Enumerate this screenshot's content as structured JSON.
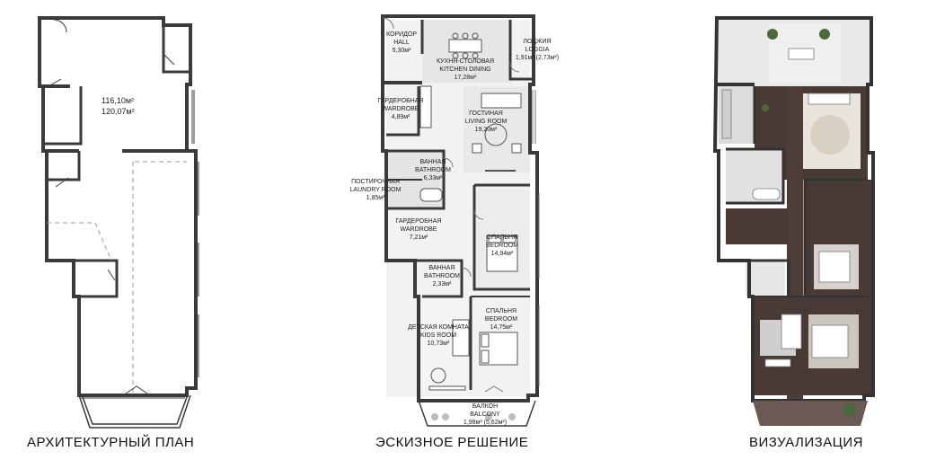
{
  "captions": {
    "arch": "АРХИТЕКТУРНЫЙ ПЛАН",
    "sketch": "ЭСКИЗНОЕ РЕШЕНИЕ",
    "viz": "ВИЗУАЛИЗАЦИЯ"
  },
  "arch_plan": {
    "area_1": "116,10м²",
    "area_2": "120,07м²"
  },
  "sketch_plan": {
    "rooms": {
      "hall_ru": "КОРИДОР",
      "hall_en": "HALL",
      "hall_area": "5,30м²",
      "kitchen_ru": "КУХНЯ-СТОЛОВАЯ",
      "kitchen_en": "KITCHEN DINING",
      "kitchen_area": "17,28м²",
      "loggia_ru": "ЛОДЖИЯ",
      "loggia_en": "LOGGIA",
      "loggia_area": "1,91м² (2,73м²)",
      "wardrobe1_ru": "ГАРДЕРОБНАЯ",
      "wardrobe1_en": "WARDROBE",
      "wardrobe1_area": "4,89м²",
      "living_ru": "ГОСТИНАЯ",
      "living_en": "LIVING ROOM",
      "living_area": "19,20м²",
      "bath1_ru": "ВАННАЯ",
      "bath1_en": "BATHROOM",
      "bath1_area": "6,33м²",
      "laundry_ru": "ПОСТИРОЧНАЯ",
      "laundry_en": "LAUNDRY ROOM",
      "laundry_area": "1,85м²",
      "wardrobe2_ru": "ГАРДЕРОБНАЯ",
      "wardrobe2_en": "WARDROBE",
      "wardrobe2_area": "7,21м²",
      "bed1_ru": "СПАЛЬНЯ",
      "bed1_en": "BEDROOM",
      "bed1_area": "14,94м²",
      "bath2_ru": "ВАННАЯ",
      "bath2_en": "BATHROOM",
      "bath2_area": "2,33м²",
      "bed2_ru": "СПАЛЬНЯ",
      "bed2_en": "BEDROOM",
      "bed2_area": "14,75м²",
      "kids_ru": "ДЕТСКАЯ КОМНАТА",
      "kids_en": "KIDS ROOM",
      "kids_area": "10,73м²",
      "balcony_ru": "БАЛКОН",
      "balcony_en": "BALCONY",
      "balcony_area": "1,98м² (5,62м²)"
    }
  },
  "colors": {
    "wall": "#3a3a3a",
    "floor_light": "#ececec",
    "floor_dark": "#4a3a36",
    "accent_plant": "#4a6a3a"
  }
}
